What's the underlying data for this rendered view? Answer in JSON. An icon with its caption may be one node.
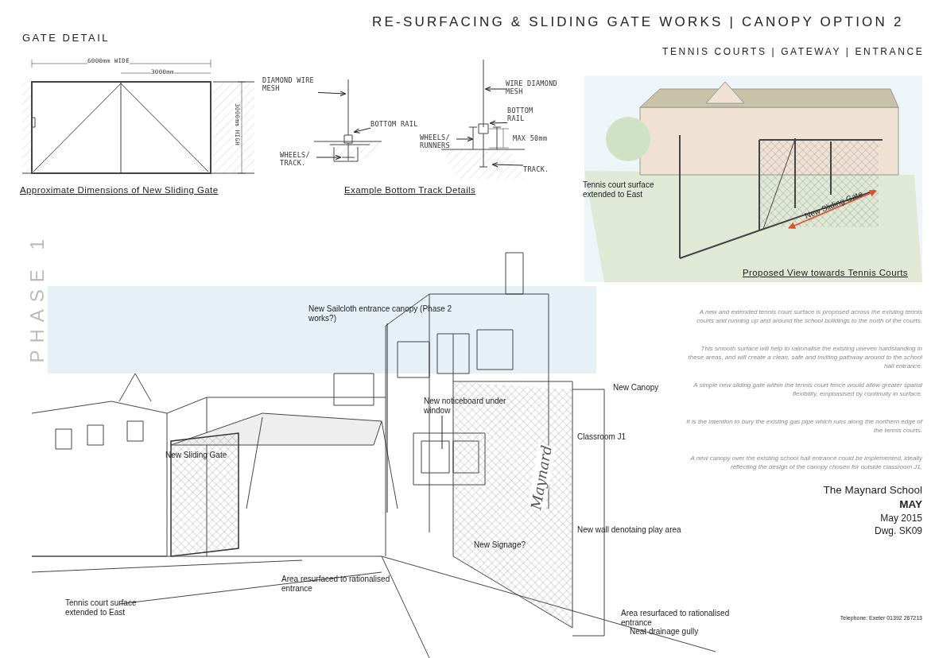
{
  "diagram": {
    "title": "RE-SURFACING & SLIDING GATE WORKS | CANOPY OPTION 2",
    "nodes": [
      {
        "text": [
          "DIAMOND WIRE MESH"
        ]
      },
      {
        "text": [
          "BOTTOM RAIL"
        ]
      },
      {
        "text": [
          "WHEELS/ TRACK."
        ]
      },
      {
        "text": [
          "WIRE DIAMOND MESH"
        ]
      },
      {
        "text": [
          "BOTTOM RAIL"
        ]
      },
      {
        "text": [
          "WHEELS/ RUNNERS"
        ]
      },
      {
        "text": [
          "TRACK."
        ]
      },
      {
        "text": [
          "New Sailcloth entrance canopy (Phase 2 works?)"
        ]
      },
      {
        "text": [
          "New noticeboard under window"
        ]
      }
    ],
    "edges": [
      {
        "from": 0,
        "to": null,
        "arrow": "to"
      },
      {
        "from": 1,
        "to": null,
        "arrow": "to"
      },
      {
        "from": 2,
        "to": null,
        "arrow": "to"
      },
      {
        "from": 3,
        "to": null,
        "arrow": "to"
      },
      {
        "from": 4,
        "to": null,
        "arrow": "to"
      },
      {
        "from": 5,
        "to": null,
        "arrow": "to"
      },
      {
        "from": 6,
        "to": null,
        "arrow": "to"
      },
      {
        "from": 7,
        "to": null,
        "arrow": "none"
      },
      {
        "from": 8,
        "to": null,
        "arrow": "none"
      }
    ],
    "labels": [
      "TENNIS COURTS | GATEWAY | ENTRANCE",
      "GATE DETAIL",
      "6000mm WIDE",
      "3000mm",
      "3000mm HIGH",
      "Approximate Dimensions of New Sliding Gate",
      "MAX 50mm",
      "Example Bottom Track Details",
      "Tennis court surface extended to East",
      "New Sliding Gate",
      "Proposed View towards Tennis Courts",
      "PHASE 1",
      "New Canopy",
      "Classroom J1",
      "New Sliding Gate",
      "Maynard",
      "New Signage?",
      "New wall denotaing play area",
      "Area resurfaced to rationalised entrance",
      "Tennis court surface extended to East",
      "Area resurfaced to rationalised entrance",
      "Neat drainage gully",
      "A new and extended tennis court surface is proposed across the existing tennis courts and running up and around the school buildings to the north of the courts.",
      "This smooth surface will help to rationalise the existing uneven hardstanding in these areas, and will create a clean, safe and inviting pathway around to the school hall entrance.",
      "A simple new sliding gate within the tennis court fence would allow greater spatial flexibility, emphasised by continuity in surface.",
      "It is the intention to bury the existing gas pipe which runs along the northern edge of the tennis courts.",
      "A new canopy over the existing school hall entrance could be implemented, ideally reflecting the design of the canopy chosen for outside classroom J1.",
      "The Maynard School",
      "MAY",
      "May 2015",
      "Dwg. SK09",
      "Telephone: Exeter 01392 267213"
    ]
  }
}
